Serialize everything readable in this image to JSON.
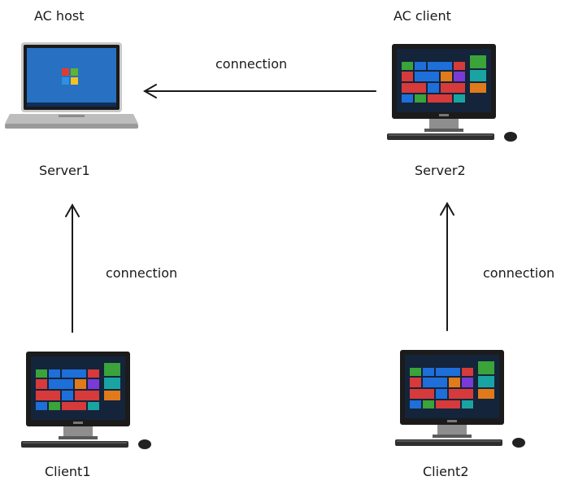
{
  "nodes": {
    "server1": {
      "role_label": "AC host",
      "name": "Server1",
      "device": "laptop"
    },
    "server2": {
      "role_label": "AC client",
      "name": "Server2",
      "device": "desktop"
    },
    "client1": {
      "name": "Client1",
      "device": "desktop"
    },
    "client2": {
      "name": "Client2",
      "device": "desktop"
    }
  },
  "connections": [
    {
      "from": "server2",
      "to": "server1",
      "label": "connection"
    },
    {
      "from": "client1",
      "to": "server1",
      "label": "connection"
    },
    {
      "from": "client2",
      "to": "server2",
      "label": "connection"
    }
  ],
  "colors": {
    "arrow": "#1a1a1a",
    "tile_blue": "#1e6fd9",
    "tile_red": "#d63a3a",
    "tile_green": "#3aa33a",
    "tile_teal": "#1aa3a3",
    "tile_purple": "#7a3ad6",
    "tile_orange": "#e07a1a"
  }
}
